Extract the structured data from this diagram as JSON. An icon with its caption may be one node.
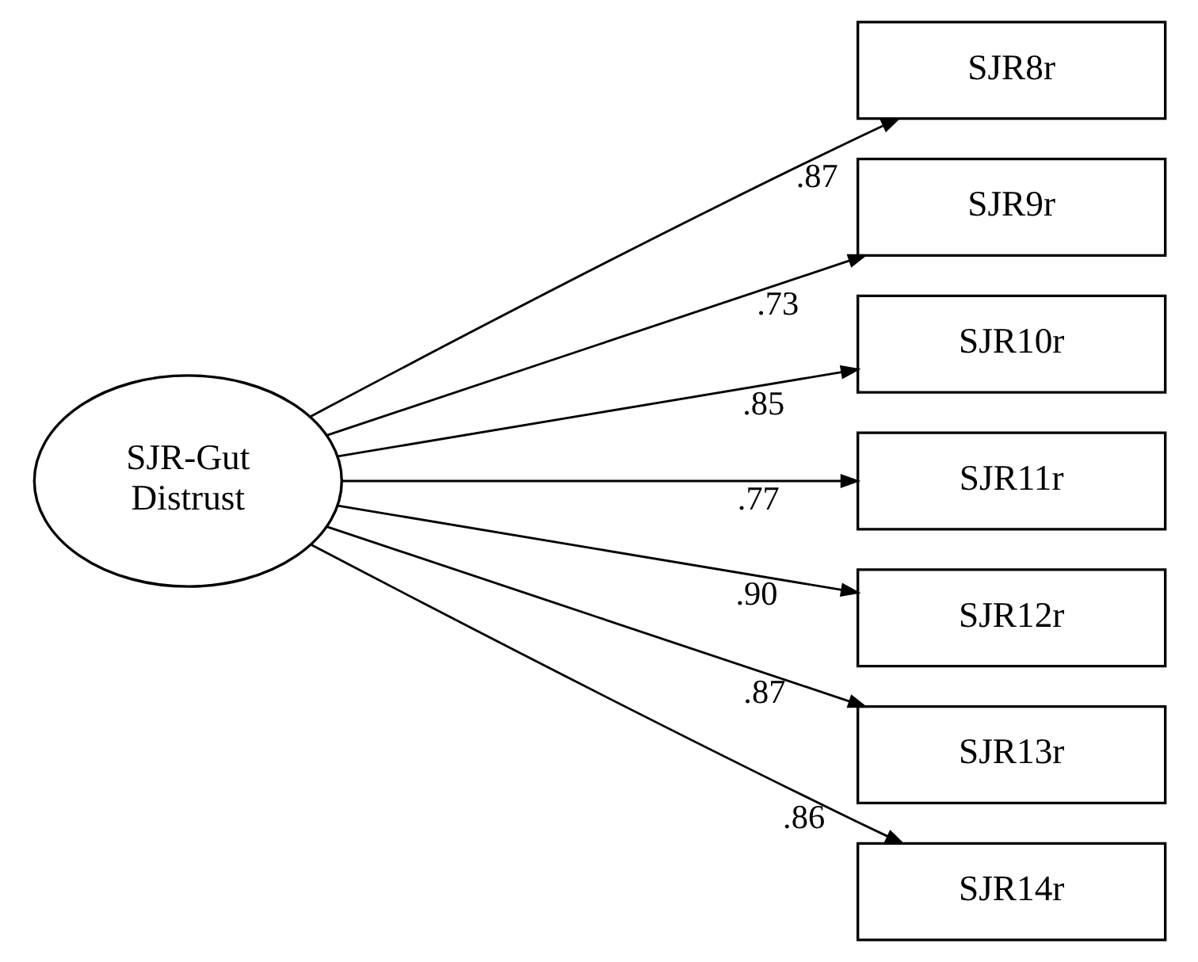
{
  "diagram": {
    "nodes": [
      {
        "text": [
          "SJR-Gut Distrust"
        ]
      },
      {
        "text": [
          "SJR8r"
        ]
      },
      {
        "text": [
          "SJR9r"
        ]
      },
      {
        "text": [
          "SJR10r"
        ]
      },
      {
        "text": [
          "SJR11r"
        ]
      },
      {
        "text": [
          "SJR12r"
        ]
      },
      {
        "text": [
          "SJR13r"
        ]
      },
      {
        "text": [
          "SJR14r"
        ]
      }
    ],
    "edges": [
      {
        "from": 0,
        "to": 1,
        "arrow": "to",
        "label": ".87"
      },
      {
        "from": 0,
        "to": 2,
        "arrow": "to",
        "label": ".73"
      },
      {
        "from": 0,
        "to": 3,
        "arrow": "to",
        "label": ".85"
      },
      {
        "from": 0,
        "to": 4,
        "arrow": "to",
        "label": ".77"
      },
      {
        "from": 0,
        "to": 5,
        "arrow": "to",
        "label": ".90"
      },
      {
        "from": 0,
        "to": 6,
        "arrow": "to",
        "label": ".87"
      },
      {
        "from": 0,
        "to": 7,
        "arrow": "to",
        "label": ".86"
      }
    ]
  }
}
